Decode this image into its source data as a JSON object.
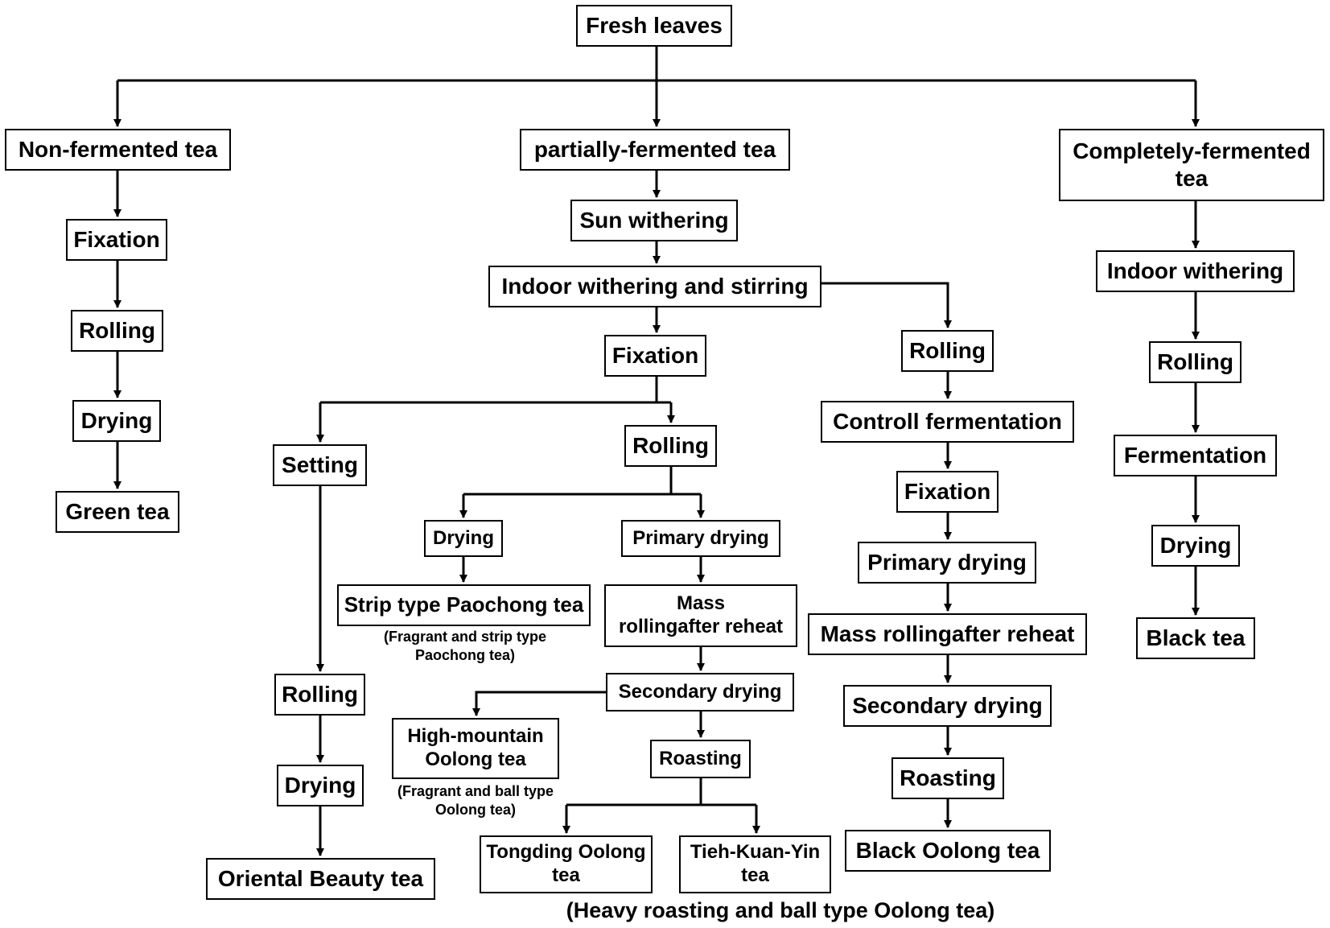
{
  "colors": {
    "stroke": "#000000",
    "background": "#ffffff"
  },
  "nodes": {
    "fresh_leaves": "Fresh leaves",
    "non_fermented": "Non-fermented tea",
    "partially_fermented": "partially-fermented tea",
    "completely_fermented": "Completely-fermented\ntea",
    "nf_fixation": "Fixation",
    "nf_rolling": "Rolling",
    "nf_drying": "Drying",
    "green_tea": "Green tea",
    "sun_withering": "Sun withering",
    "indoor_withering_stirring": "Indoor withering and stirring",
    "pf_fixation": "Fixation",
    "setting": "Setting",
    "pf_rolling": "Rolling",
    "pf_drying": "Drying",
    "strip_paochong": "Strip type Paochong tea",
    "primary_drying": "Primary drying",
    "mass_rolling": "Mass\nrollingafter reheat",
    "secondary_drying": "Secondary drying",
    "high_mountain": "High-mountain\nOolong tea",
    "roasting": "Roasting",
    "tongding": "Tongding Oolong\ntea",
    "tieh_kuan_yin": "Tieh-Kuan-Yin\ntea",
    "ob_rolling": "Rolling",
    "ob_drying": "Drying",
    "oriental_beauty": "Oriental Beauty tea",
    "bo_rolling": "Rolling",
    "controll_fermentation": "Controll fermentation",
    "bo_fixation": "Fixation",
    "bo_primary_drying": "Primary drying",
    "bo_mass_rolling": "Mass rollingafter reheat",
    "bo_secondary_drying": "Secondary drying",
    "bo_roasting": "Roasting",
    "black_oolong": "Black Oolong tea",
    "indoor_withering": "Indoor withering",
    "cf_rolling": "Rolling",
    "fermentation": "Fermentation",
    "cf_drying": "Drying",
    "black_tea": "Black tea"
  },
  "notes": {
    "paochong_note": "(Fragrant and strip type\nPaochong tea)",
    "high_mountain_note": "(Fragrant and ball type\nOolong tea)",
    "heavy_roasting_note": "(Heavy roasting and ball type Oolong tea)"
  }
}
